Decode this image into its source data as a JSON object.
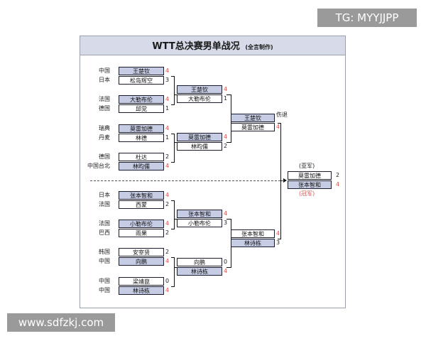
{
  "watermarks": {
    "top": "TG: MYYJJPP",
    "bottom": "www.sdfzkj.com"
  },
  "title": {
    "main": "WTT总决赛男单战况",
    "sub": "(全言制作)"
  },
  "round1": [
    {
      "country": "中国",
      "name": "王楚钦",
      "score": "4",
      "win": true
    },
    {
      "country": "日本",
      "name": "松岛辉空",
      "score": "3",
      "win": false
    },
    {
      "country": "法国",
      "name": "大勒布伦",
      "score": "4",
      "win": true
    },
    {
      "country": "德国",
      "name": "邱党",
      "score": "1",
      "win": false
    },
    {
      "country": "瑞典",
      "name": "莫雷加德",
      "score": "4",
      "win": true
    },
    {
      "country": "丹麦",
      "name": "林德",
      "score": "1",
      "win": false
    },
    {
      "country": "德国",
      "name": "杜达",
      "score": "2",
      "win": false
    },
    {
      "country": "中国台北",
      "name": "林昀儒",
      "score": "4",
      "win": true
    },
    {
      "country": "日本",
      "name": "张本智和",
      "score": "4",
      "win": true
    },
    {
      "country": "法国",
      "name": "西蒙",
      "score": "2",
      "win": false
    },
    {
      "country": "法国",
      "name": "小勒布伦",
      "score": "4",
      "win": true
    },
    {
      "country": "巴西",
      "name": "雨果",
      "score": "2",
      "win": false
    },
    {
      "country": "韩国",
      "name": "安宰贤",
      "score": "2",
      "win": false
    },
    {
      "country": "中国",
      "name": "向鹏",
      "score": "4",
      "win": true
    },
    {
      "country": "中国",
      "name": "梁靖崑",
      "score": "0",
      "win": false
    },
    {
      "country": "中国",
      "name": "林诗栋",
      "score": "4",
      "win": true
    }
  ],
  "round2": [
    {
      "name": "王楚钦",
      "score": "4",
      "win": true
    },
    {
      "name": "大勒布伦",
      "score": "1",
      "win": false
    },
    {
      "name": "莫雷加德",
      "score": "4",
      "win": true
    },
    {
      "name": "林昀儒",
      "score": "2",
      "win": false
    },
    {
      "name": "张本智和",
      "score": "4",
      "win": true
    },
    {
      "name": "小勒布伦",
      "score": "3",
      "win": false
    },
    {
      "name": "向鹏",
      "score": "0",
      "win": false
    },
    {
      "name": "林诗栋",
      "score": "4",
      "win": true
    }
  ],
  "semis": [
    {
      "name": "王楚钦",
      "score": "",
      "win": false
    },
    {
      "name": "莫雷加德",
      "score": "4",
      "win": true
    },
    {
      "name": "张本智和",
      "score": "4",
      "win": true
    },
    {
      "name": "林诗栋",
      "score": "3",
      "win": false
    }
  ],
  "semi_note": "伤退",
  "final": {
    "runner_up_label": "(亚军)",
    "champion_label": "(冠军)",
    "players": [
      {
        "name": "莫雷加德",
        "score": "2",
        "win": false
      },
      {
        "name": "张本智和",
        "score": "4",
        "win": true
      }
    ]
  },
  "colors": {
    "highlight": "#c5cce3",
    "win_score": "#d9534f",
    "header": "#d7dbe9"
  }
}
